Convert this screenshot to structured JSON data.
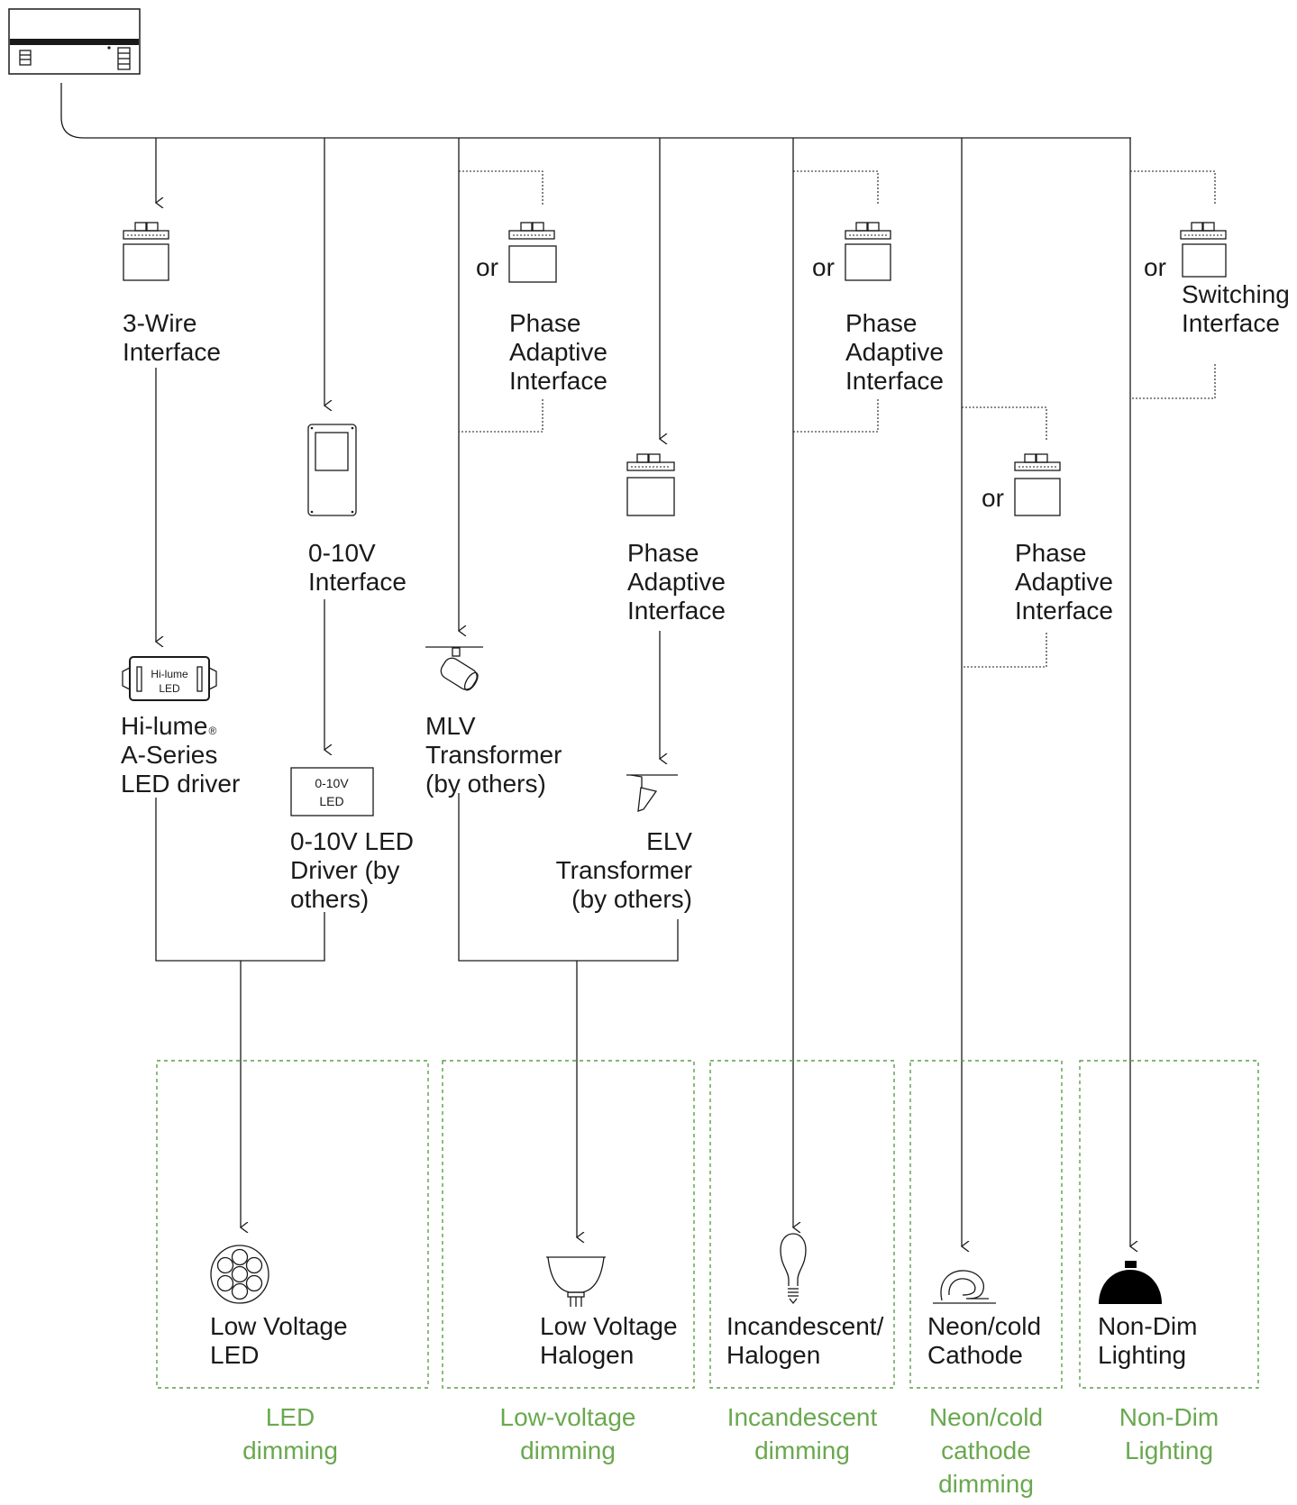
{
  "labels": {
    "three_wire": [
      "3-Wire",
      "Interface"
    ],
    "zero_ten_interface": [
      "0-10V",
      "Interface"
    ],
    "phase_adaptive_1": [
      "Phase",
      "Adaptive",
      "Interface"
    ],
    "phase_adaptive_2": [
      "Phase",
      "Adaptive",
      "Interface"
    ],
    "phase_adaptive_3": [
      "Phase",
      "Adaptive",
      "Interface"
    ],
    "phase_adaptive_4": [
      "Phase",
      "Adaptive",
      "Interface"
    ],
    "switching_interface": [
      "Switching",
      "Interface"
    ],
    "or": "or",
    "hilume_driver": [
      "Hi-lume",
      "A-Series",
      "LED driver"
    ],
    "hilume_mark": "®",
    "hilume_icon": [
      "Hi-lume",
      "LED"
    ],
    "zero_ten_driver": [
      "0-10V LED",
      "Driver (by",
      "others)"
    ],
    "zero_ten_icon": [
      "0-10V",
      "LED"
    ],
    "mlv": [
      "MLV",
      "Transformer",
      "(by others)"
    ],
    "elv": [
      "ELV",
      "Transformer",
      "(by others)"
    ],
    "loads": {
      "lv_led": [
        "Low Voltage",
        "LED"
      ],
      "lv_halogen": [
        "Low Voltage",
        "Halogen"
      ],
      "incandescent": [
        "Incandescent/",
        "Halogen"
      ],
      "neon": [
        "Neon/cold",
        "Cathode"
      ],
      "nondim": [
        "Non-Dim",
        "Lighting"
      ]
    },
    "groups": {
      "led": [
        "LED",
        "dimming"
      ],
      "low_voltage": [
        "Low-voltage",
        "dimming"
      ],
      "incandescent": [
        "Incandescent",
        "dimming"
      ],
      "neon": [
        "Neon/cold",
        "cathode",
        "dimming"
      ],
      "nondim": [
        "Non-Dim",
        "Lighting"
      ]
    }
  },
  "colors": {
    "line": "#1a1a1a",
    "group": "#6aa84f"
  }
}
